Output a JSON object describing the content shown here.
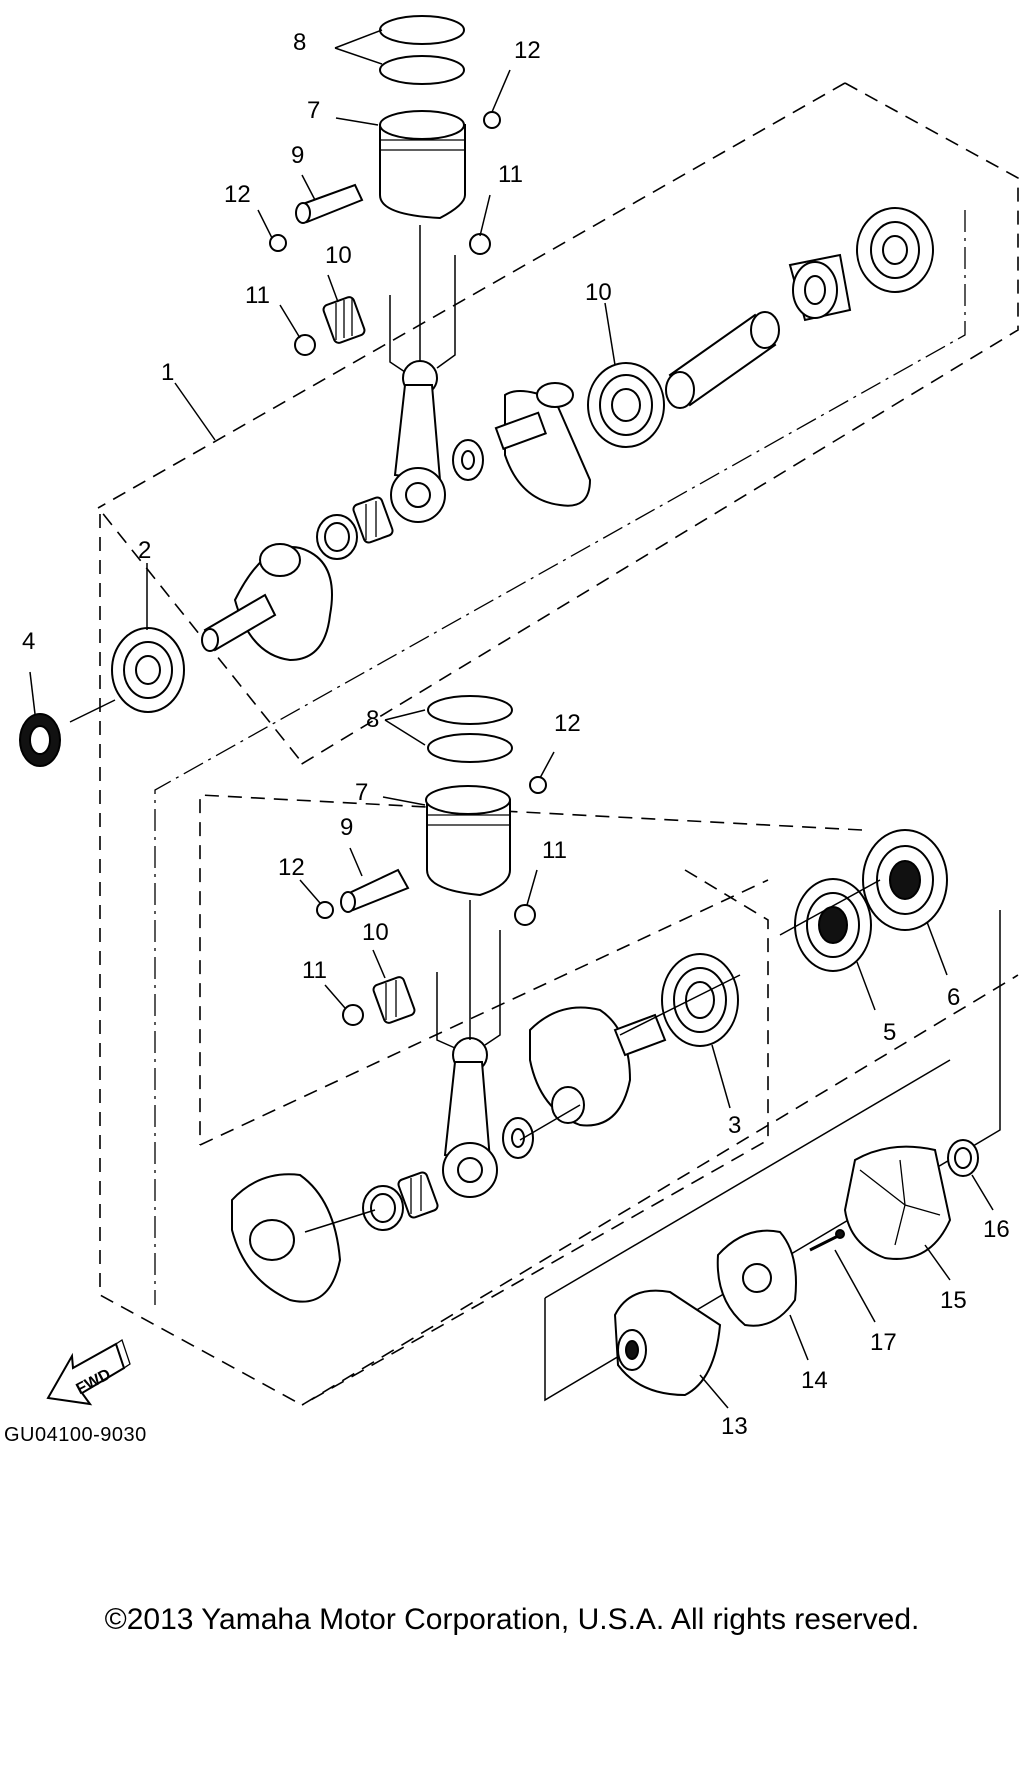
{
  "diagram": {
    "callouts": [
      {
        "id": "c8a",
        "text": "8"
      },
      {
        "id": "c12a",
        "text": "12"
      },
      {
        "id": "c7a",
        "text": "7"
      },
      {
        "id": "c9a",
        "text": "9"
      },
      {
        "id": "c11a",
        "text": "11"
      },
      {
        "id": "c12b",
        "text": "12"
      },
      {
        "id": "c10a",
        "text": "10"
      },
      {
        "id": "c11b",
        "text": "11"
      },
      {
        "id": "c10b",
        "text": "10"
      },
      {
        "id": "c1",
        "text": "1"
      },
      {
        "id": "c2",
        "text": "2"
      },
      {
        "id": "c4",
        "text": "4"
      },
      {
        "id": "c8b",
        "text": "8"
      },
      {
        "id": "c12c",
        "text": "12"
      },
      {
        "id": "c7b",
        "text": "7"
      },
      {
        "id": "c9b",
        "text": "9"
      },
      {
        "id": "c12d",
        "text": "12"
      },
      {
        "id": "c11c",
        "text": "11"
      },
      {
        "id": "c10c",
        "text": "10"
      },
      {
        "id": "c11d",
        "text": "11"
      },
      {
        "id": "c6",
        "text": "6"
      },
      {
        "id": "c5",
        "text": "5"
      },
      {
        "id": "c3",
        "text": "3"
      },
      {
        "id": "c16",
        "text": "16"
      },
      {
        "id": "c15",
        "text": "15"
      },
      {
        "id": "c17",
        "text": "17"
      },
      {
        "id": "c14",
        "text": "14"
      },
      {
        "id": "c13",
        "text": "13"
      }
    ],
    "fwd_label": "FWD",
    "code": "GU04100-9030"
  },
  "copyright": "©2013 Yamaha Motor Corporation, U.S.A. All rights reserved."
}
